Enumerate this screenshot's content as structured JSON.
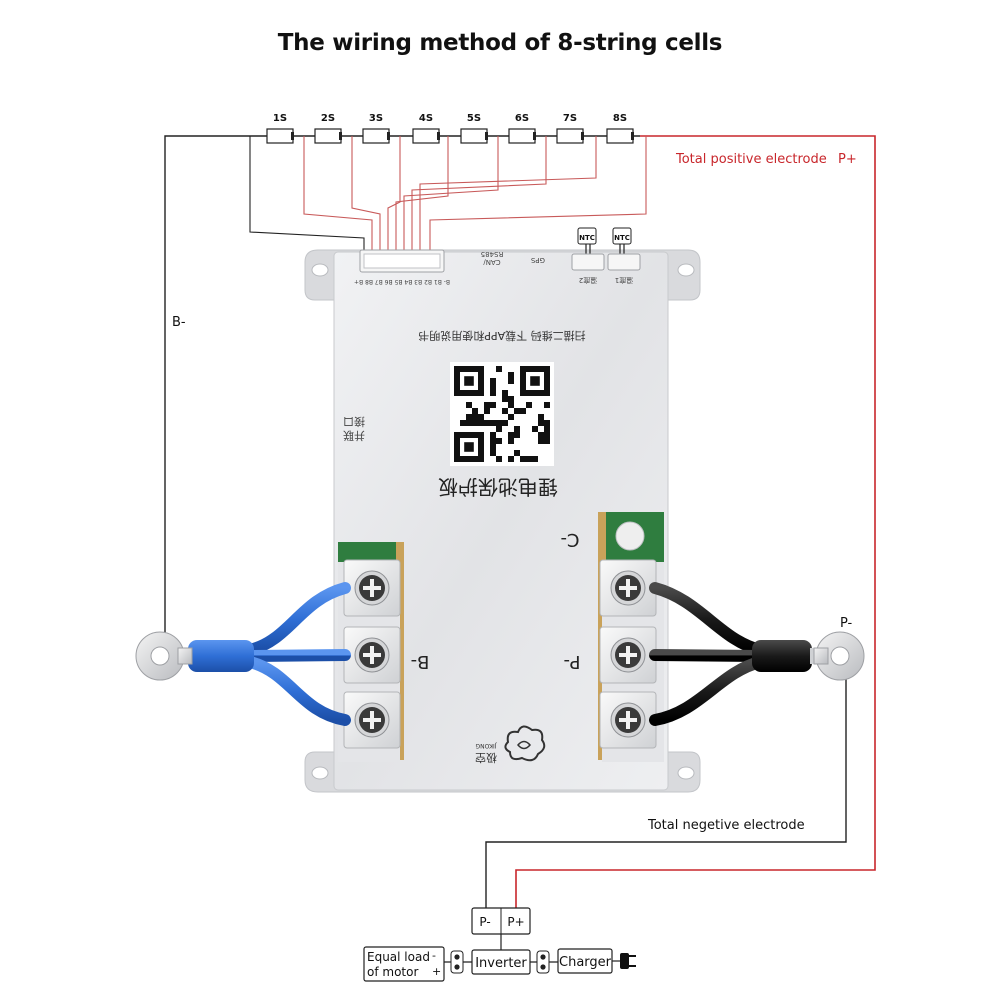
{
  "title": "The wiring method of 8-string cells",
  "cells": [
    "1S",
    "2S",
    "3S",
    "4S",
    "5S",
    "6S",
    "7S",
    "8S"
  ],
  "labels": {
    "total_positive": "Total positive electrode",
    "p_plus": "P+",
    "b_minus": "B-",
    "p_minus": "P-",
    "total_negative": "Total negetive electrode"
  },
  "board": {
    "ntc_1": "NTC",
    "ntc_2": "NTC",
    "header_pins": "B- B1 B2 B3 B4 B5 B6 B7 B8 B+",
    "can_label": "CAN/",
    "rs485_label": "RS485",
    "gps_label": "GPS",
    "temp1_label": "温度1",
    "temp2_label": "温度2",
    "scan_text": "扫描二维码 下载APP和使用说明书",
    "board_name": "锂电池保护板",
    "parallel_label": "并联",
    "interface_label": "接口",
    "c_minus": "C-",
    "b_minus_side": "B-",
    "p_minus_side": "P-",
    "brand_cn": "极空",
    "brand_en": "JIKONG"
  },
  "bottom": {
    "p_minus": "P-",
    "p_plus": "P+",
    "load_line1": "Equal load",
    "load_line2": "of motor",
    "load_minus": "-",
    "load_plus": "+",
    "inverter": "Inverter",
    "charger": "Charger"
  },
  "colors": {
    "positive_wire": "#c8262b",
    "signal_wire": "#222222",
    "balance_wire": "#c85a5a",
    "blue_cable": "#2f6fd6",
    "black_cable": "#1a1a1a",
    "board_face": "#e9eaec",
    "pcb_green": "#2f7d3f"
  }
}
